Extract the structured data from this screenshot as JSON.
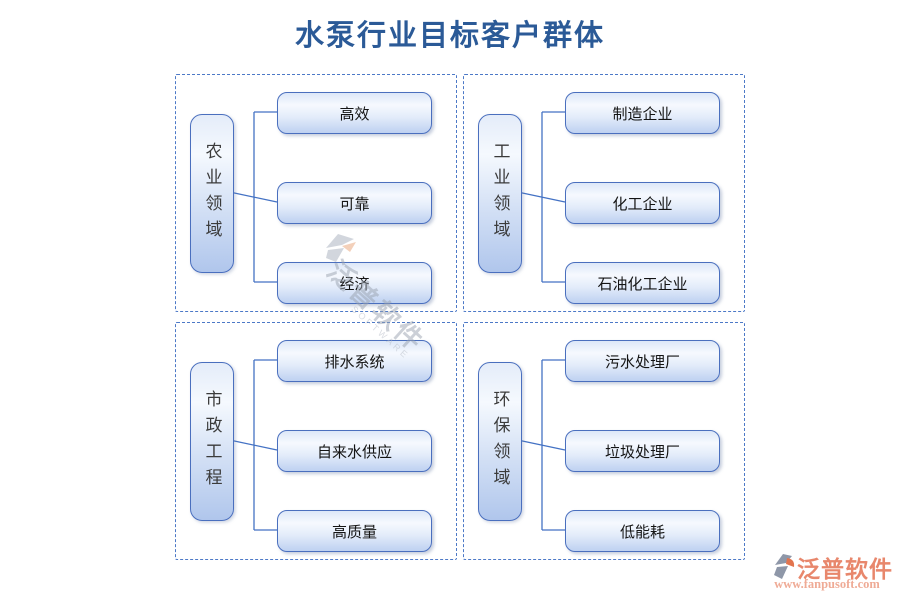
{
  "title": "水泵行业目标客户群体",
  "groups": [
    {
      "label": "农业领域",
      "children": [
        "高效",
        "可靠",
        "经济"
      ]
    },
    {
      "label": "工业领域",
      "children": [
        "制造企业",
        "化工企业",
        "石油化工企业"
      ]
    },
    {
      "label": "市政工程",
      "children": [
        "排水系统",
        "自来水供应",
        "高质量"
      ]
    },
    {
      "label": "环保领域",
      "children": [
        "污水处理厂",
        "垃圾处理厂",
        "低能耗"
      ]
    }
  ],
  "watermark": {
    "brand": "泛普软件",
    "subtext": "SOFTWARE"
  },
  "footer": {
    "brand": "泛普软件",
    "website": "www.fanpusoft.com"
  },
  "colors": {
    "title": "#2b5a97",
    "panel_border": "#4d79c7",
    "connector": "#4472c4",
    "node_border": "#4a6fbe",
    "node_fill_bottom": "#b0c6ec",
    "box_fill_bottom": "#bed1f1",
    "footer_brand": "#e8876c",
    "footer_url": "#efab96",
    "watermark_gray": "#9aa3b0",
    "watermark_orange": "#e8a277"
  }
}
